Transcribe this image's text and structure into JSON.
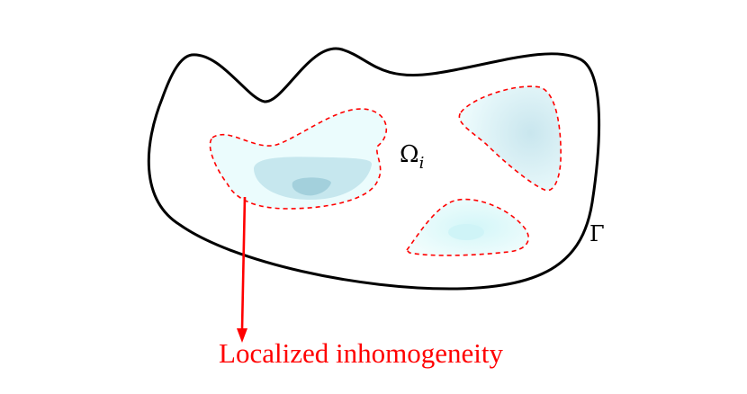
{
  "labels": {
    "subdomain": "Ωi",
    "subdomain_base": "Ω",
    "subdomain_sub": "i",
    "boundary": "Γ",
    "annotation": "Localized inhomogeneity"
  },
  "colors": {
    "domain_stroke": "#000000",
    "inhomogeneity_stroke": "#ff0000",
    "arrow": "#ff0000",
    "annotation_text": "#ff0000",
    "fill_light": "#e6fbfd",
    "fill_mid": "#c9e8ef",
    "fill_dark": "#a7d3df"
  }
}
